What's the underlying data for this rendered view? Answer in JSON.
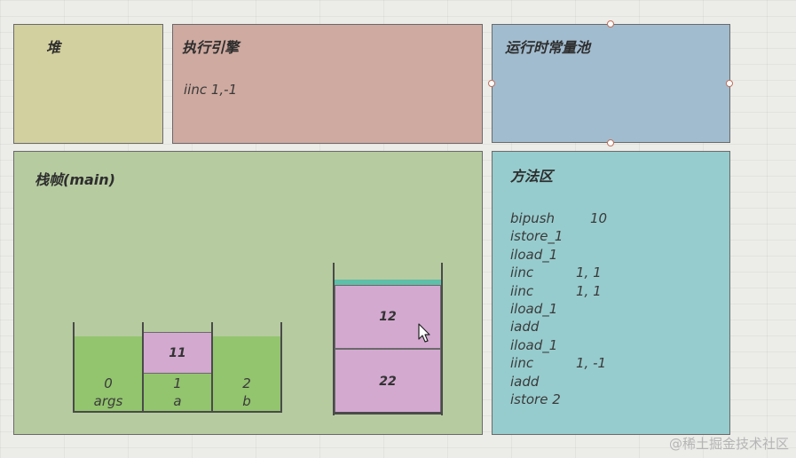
{
  "heap": {
    "title": "堆"
  },
  "engine": {
    "title": "执行引擎",
    "instruction": "iinc 1,-1"
  },
  "pool": {
    "title": "运行时常量池"
  },
  "frame": {
    "title": "栈帧(main)",
    "locals": [
      {
        "index": "0",
        "name": "args"
      },
      {
        "index": "1",
        "name": "a",
        "value": "11"
      },
      {
        "index": "2",
        "name": "b"
      }
    ],
    "operand_stack": [
      "12",
      "22"
    ]
  },
  "method": {
    "title": "方法区",
    "lines": [
      {
        "op": "bipush",
        "arg": "10"
      },
      {
        "op": "istore_1",
        "arg": ""
      },
      {
        "op": "iload_1",
        "arg": ""
      },
      {
        "op": "iinc",
        "arg": "1, 1"
      },
      {
        "op": "iinc",
        "arg": "1, 1"
      },
      {
        "op": "iload_1",
        "arg": ""
      },
      {
        "op": "iadd",
        "arg": ""
      },
      {
        "op": "iload_1",
        "arg": ""
      },
      {
        "op": "iinc",
        "arg": "1, -1"
      },
      {
        "op": "iadd",
        "arg": ""
      },
      {
        "op": "istore  2",
        "arg": ""
      }
    ]
  },
  "colors": {
    "heap": "#d3d0a0",
    "engine": "#cfaaa0",
    "pool": "#a2bccf",
    "frame": "#b6cba0",
    "method": "#97ccce",
    "local_fill": "#93c46e",
    "stack_box": "#d3a9d0",
    "stack_top": "#5fbfa8"
  },
  "watermark": "@稀土掘金技术社区"
}
